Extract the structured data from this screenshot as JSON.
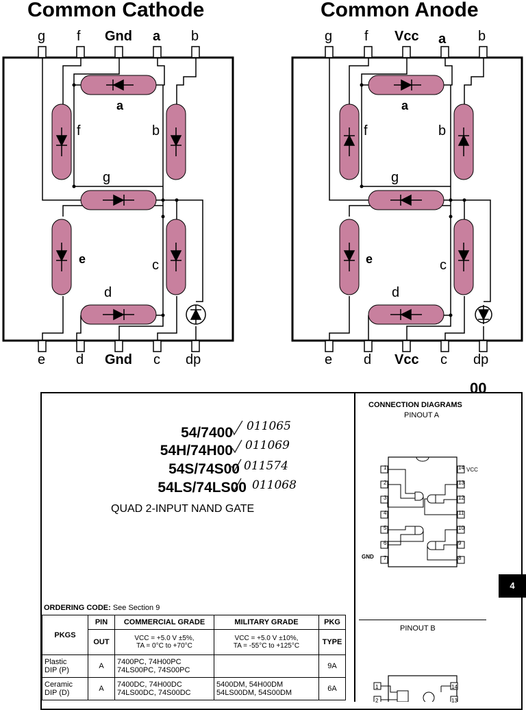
{
  "seven_segment": {
    "cathode": {
      "title": "Common Cathode",
      "top_pins": [
        "g",
        "f",
        "Gnd",
        "a",
        "b"
      ],
      "bottom_pins": [
        "e",
        "d",
        "Gnd",
        "c",
        "dp"
      ],
      "segments": {
        "a": "a",
        "b": "b",
        "c": "c",
        "d": "d",
        "e": "e",
        "f": "f",
        "g": "g"
      }
    },
    "anode": {
      "title": "Common Anode",
      "top_pins": [
        "g",
        "f",
        "Vcc",
        "a",
        "b"
      ],
      "bottom_pins": [
        "e",
        "d",
        "Vcc",
        "c",
        "dp"
      ],
      "segments": {
        "a": "a",
        "b": "b",
        "c": "c",
        "d": "d",
        "e": "e",
        "f": "f",
        "g": "g"
      }
    },
    "colors": {
      "segment_fill": "#c8809e",
      "line": "#000000"
    }
  },
  "datasheet": {
    "page_code": "00",
    "part_numbers": [
      "54/7400",
      "54H/74H00",
      "54S/74S00",
      "54LS/74LS00"
    ],
    "handwritten": [
      "011065",
      "011069",
      "011574",
      "011068"
    ],
    "description": "QUAD 2-INPUT NAND GATE",
    "connection_title": "CONNECTION DIAGRAMS",
    "pinout_a": "PINOUT A",
    "pinout_b": "PINOUT B",
    "pins_left": [
      "1",
      "2",
      "3",
      "4",
      "5",
      "6",
      "7"
    ],
    "pins_right": [
      "14",
      "13",
      "12",
      "11",
      "10",
      "9",
      "8"
    ],
    "vcc_label": "VCC",
    "gnd_label": "GND",
    "section_tab": "4",
    "ordering_label": "ORDERING CODE:",
    "ordering_text": "See Section 9",
    "table": {
      "headers": {
        "pkgs": "PKGS",
        "pin_out_1": "PIN",
        "pin_out_2": "OUT",
        "commercial": "COMMERCIAL GRADE",
        "military": "MILITARY GRADE",
        "pkg_type_1": "PKG",
        "pkg_type_2": "TYPE"
      },
      "commercial_cond_1": "VCC = +5.0 V ±5%,",
      "commercial_cond_2": "TA = 0°C to +70°C",
      "military_cond_1": "VCC = +5.0 V ±10%,",
      "military_cond_2": "TA = -55°C to +125°C",
      "rows": [
        {
          "pkg": "Plastic",
          "pkg2": "DIP (P)",
          "pin": "A",
          "commercial": "7400PC, 74H00PC",
          "commercial2": "74LS00PC, 74S00PC",
          "military": "",
          "military2": "",
          "type": "9A"
        },
        {
          "pkg": "Ceramic",
          "pkg2": "DIP (D)",
          "pin": "A",
          "commercial": "7400DC, 74H00DC",
          "commercial2": "74LS00DC, 74S00DC",
          "military": "5400DM, 54H00DM",
          "military2": "54LS00DM, 54S00DM",
          "type": "6A"
        }
      ]
    }
  }
}
